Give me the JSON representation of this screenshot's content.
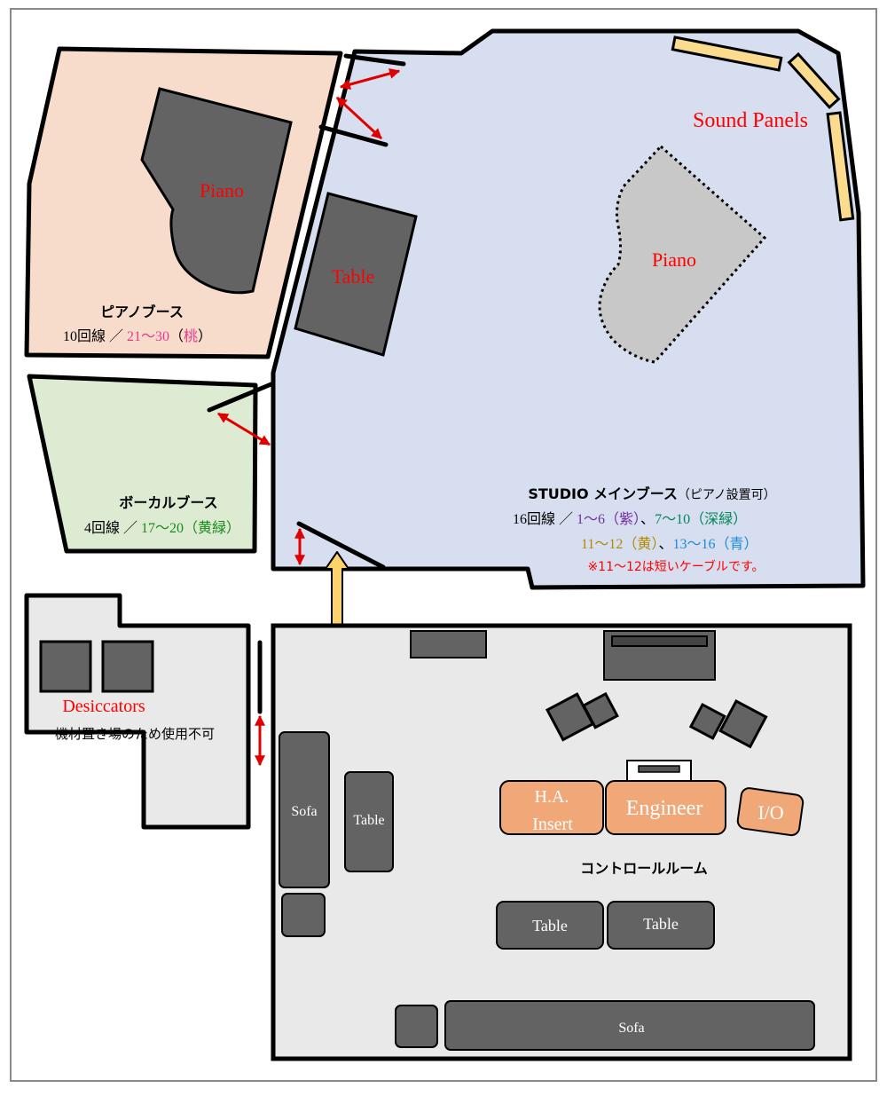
{
  "colors": {
    "piano_booth": "#f7dccc",
    "vocal_booth": "#ddebd3",
    "main_booth": "#d7deef",
    "control_room": "#e9e9e9",
    "storage": "#e9e9e9",
    "furniture": "#636363",
    "panel": "#fbdc8e",
    "orange_desk": "#f0a878",
    "label_red": "#ff0000",
    "arrow_red": "#e00000",
    "arrow_yellow": "#fbd36a",
    "pink": "#e8388a",
    "green": "#1a8a1a",
    "purple": "#7030a0",
    "dark_green": "#00875a",
    "gold": "#b08a00",
    "blue": "#1a8cd8"
  },
  "piano_booth": {
    "name": "ピアノブース",
    "lines_prefix": "10回線 ／ ",
    "range": "21〜30",
    "color_open": "（",
    "color_name": "桃",
    "color_close": "）",
    "piano_label": "Piano",
    "table_label": "Table"
  },
  "vocal_booth": {
    "name": "ボーカルブース",
    "lines_prefix": "4回線 ／ ",
    "range_and_color": "17〜20（黄緑）"
  },
  "main_booth": {
    "name": "STUDIO メインブース",
    "note": "（ピアノ設置可）",
    "lines_prefix": "16回線 ／ ",
    "r1": "1〜6",
    "c1": "（紫）",
    "sep": "、",
    "r2": "7〜10",
    "c2": "（深緑）",
    "r3": "11〜12",
    "c3": "（黄）",
    "r4": "13〜16",
    "c4": "（青）",
    "warning": "※11〜12は短いケーブルです。",
    "sound_panels_label": "Sound Panels",
    "piano_label": "Piano"
  },
  "storage": {
    "desiccators_label": "Desiccators",
    "note": "機材置き場のため使用不可"
  },
  "control_room": {
    "name": "コントロールルーム",
    "sofa_left": "Sofa",
    "table_left": "Table",
    "ha_line1": "H.A.",
    "ha_line2": "Insert",
    "engineer": "Engineer",
    "io": "I/O",
    "table_mid1": "Table",
    "table_mid2": "Table",
    "sofa_bottom": "Sofa"
  }
}
